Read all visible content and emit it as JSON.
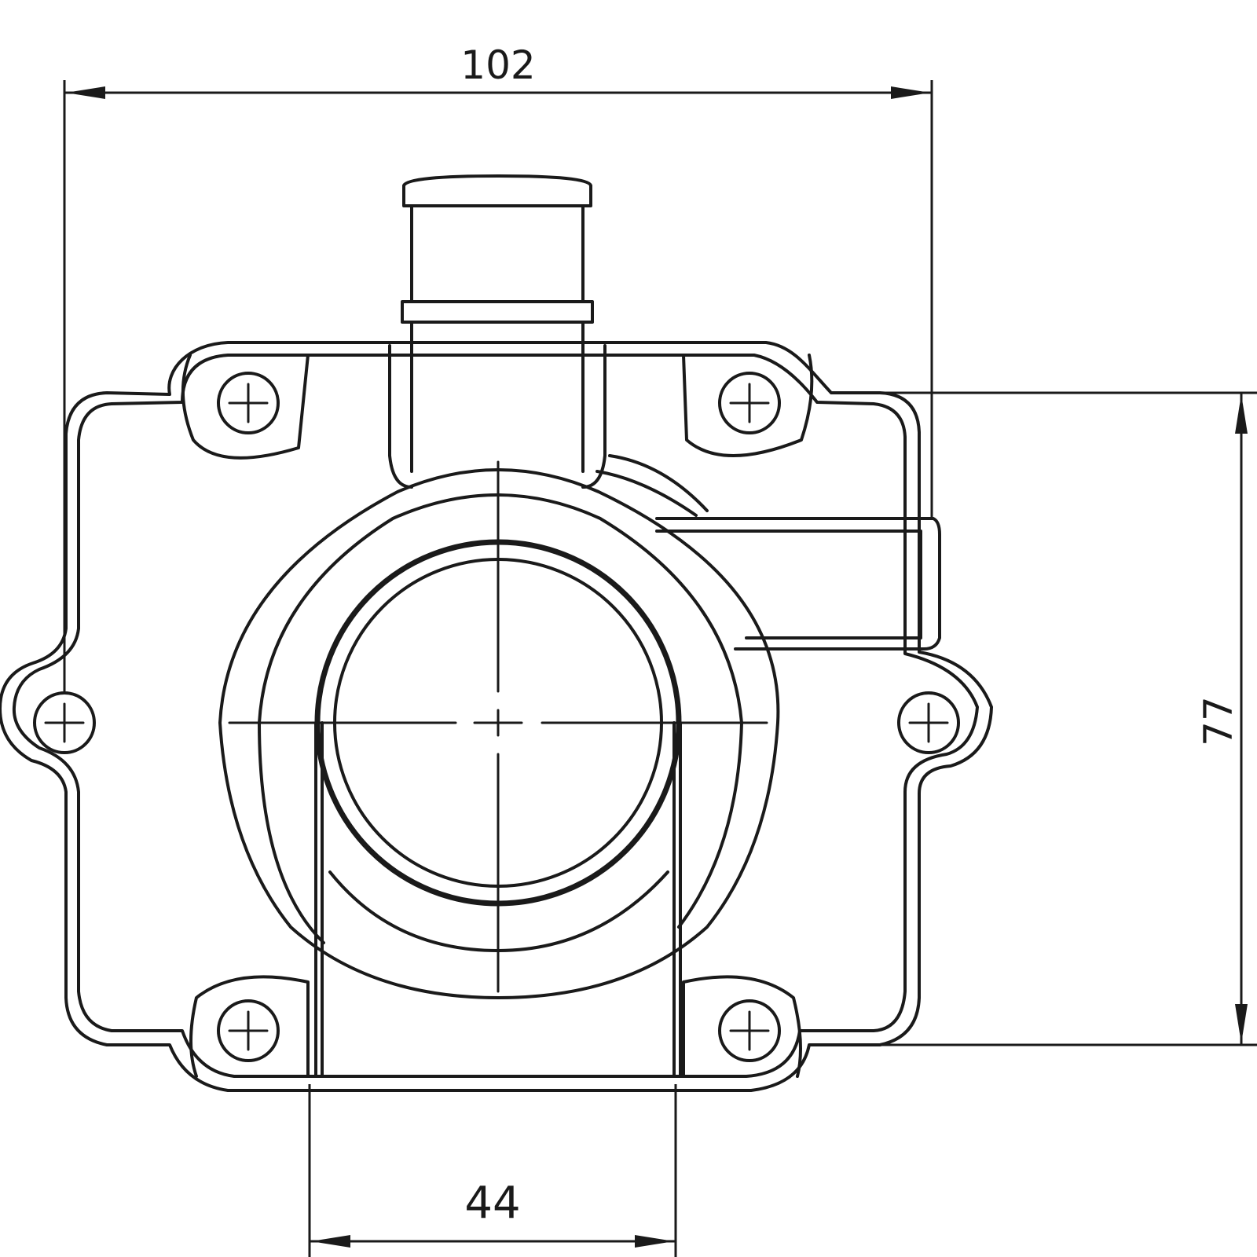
{
  "dimensions": {
    "overall_width": "102",
    "mount_height": "77",
    "port_width": "44"
  },
  "colors": {
    "line": "#1a1a1a",
    "background": "#ffffff"
  }
}
